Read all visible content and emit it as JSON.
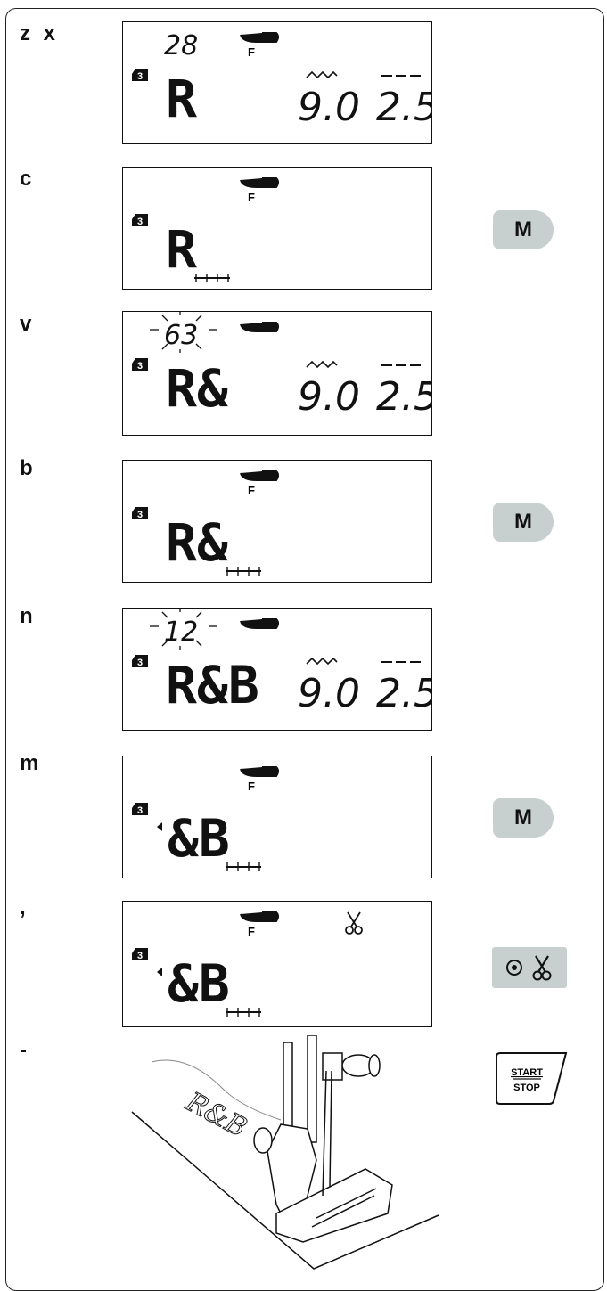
{
  "steps": [
    {
      "label": "z x",
      "num": "28",
      "num_blink": false,
      "show_f": true,
      "chars": "R",
      "has_arrow": false,
      "show_values": true,
      "width": "9.0",
      "length": "2.5",
      "cursor": false,
      "button": null
    },
    {
      "label": "c",
      "num": "",
      "num_blink": false,
      "show_f": true,
      "chars": "R",
      "has_arrow": false,
      "show_values": false,
      "width": "",
      "length": "",
      "cursor": true,
      "button": "M"
    },
    {
      "label": "v",
      "num": "63",
      "num_blink": true,
      "show_f": false,
      "chars": "R&",
      "has_arrow": false,
      "show_values": true,
      "width": "9.0",
      "length": "2.5",
      "cursor": false,
      "button": null
    },
    {
      "label": "b",
      "num": "",
      "num_blink": false,
      "show_f": true,
      "chars": "R&",
      "has_arrow": false,
      "show_values": false,
      "width": "",
      "length": "",
      "cursor": true,
      "button": "M"
    },
    {
      "label": "n",
      "num": "12",
      "num_blink": true,
      "show_f": false,
      "chars": "R&B",
      "has_arrow": false,
      "show_values": true,
      "width": "9.0",
      "length": "2.5",
      "cursor": false,
      "button": null
    },
    {
      "label": "m",
      "num": "",
      "num_blink": false,
      "show_f": true,
      "chars": "&B",
      "has_arrow": true,
      "show_values": false,
      "width": "",
      "length": "",
      "cursor": true,
      "button": "M"
    },
    {
      "label": ",",
      "num": "",
      "num_blink": false,
      "show_f": true,
      "chars": "&B",
      "has_arrow": true,
      "show_values": false,
      "width": "",
      "length": "",
      "cursor": true,
      "button": "cut",
      "show_scissors": true
    },
    {
      "label": "-",
      "button": "start"
    }
  ],
  "lcd": {
    "memory_icon": "3",
    "foot_label": "F"
  },
  "buttons": {
    "m_label": "M",
    "start_line1": "START",
    "start_line2": "STOP"
  },
  "illustration": {
    "sewn_text": "R&B"
  }
}
